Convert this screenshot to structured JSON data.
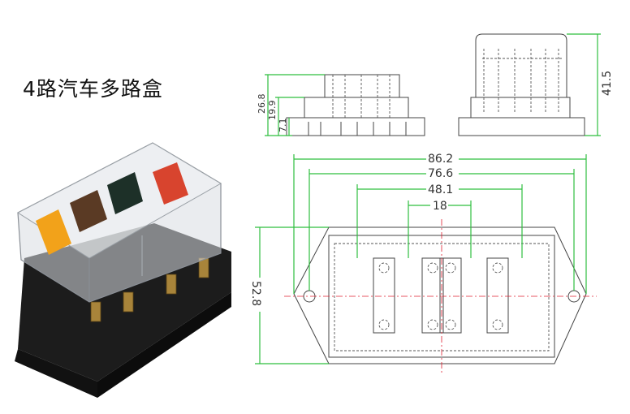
{
  "title": "4路汽车多路盒",
  "dimensions": {
    "width_overall": "86.2",
    "hole_spacing": "76.6",
    "body_width": "48.1",
    "fuse_pitch": "18",
    "depth": "52.8",
    "height_total": "41.5",
    "height_body": "26.8",
    "height_mid": "19.9",
    "height_flange": "7.1"
  },
  "colors": {
    "dimension_line": "#2fbf3f",
    "center_line": "#e02030",
    "outline": "#444444",
    "box_base": "#1a1a1a",
    "fuse_orange": "#f2a21a",
    "fuse_red": "#d8442e"
  }
}
